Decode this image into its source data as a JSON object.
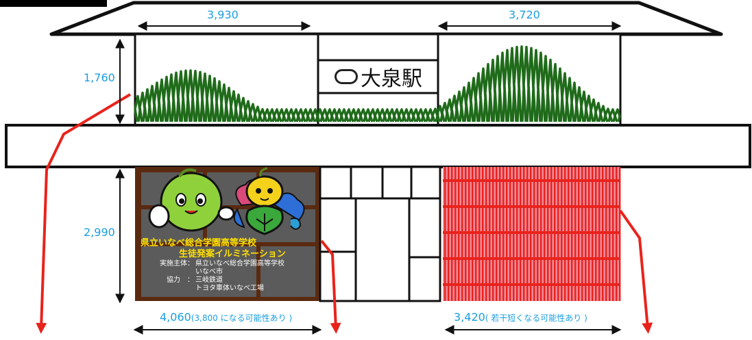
{
  "corner_tag": "",
  "station_sign": {
    "text": "大泉駅",
    "icon": "oval-emblem-icon"
  },
  "dimensions": {
    "top_left_width": "3,930",
    "top_right_width": "3,720",
    "upper_height": "1,760",
    "lower_height": "2,990",
    "bottom_left_width": "4,060",
    "bottom_left_note": "(3,800 になる可能性あり )",
    "bottom_right_width": "3,420",
    "bottom_right_note": "( 若干短くなる可能性あり )"
  },
  "illumination": {
    "title1": "県立いなべ総合学園高等学校",
    "title2": "生徒発案イルミネーション",
    "rows": [
      {
        "key": "実施主体：",
        "value": "県立いなべ総合学園高等学校"
      },
      {
        "key": "",
        "value": "いなべ市"
      },
      {
        "key": "協力　：",
        "value": "三岐鉄道"
      },
      {
        "key": "",
        "value": "トヨタ車体いなべ工場"
      }
    ]
  },
  "colors": {
    "outline": "#111111",
    "dimension_text": "#1a9ee0",
    "ivy": "#1f6b1a",
    "arrow": "#e8231c",
    "panel_frame": "#5a2a10",
    "panel_grid": "#5b5b5b",
    "stripe_red": "#e8231c",
    "stripe_pink": "#f08a9a",
    "illum_yellow": "#ffe000"
  }
}
